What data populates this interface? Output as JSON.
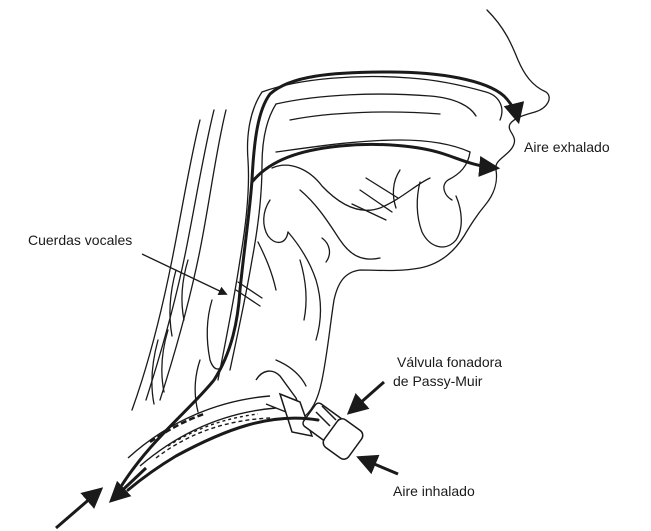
{
  "labels": {
    "exhaled_air": "Aire exhalado",
    "vocal_cords": "Cuerdas vocales",
    "valve_line1": "Válvula fonadora",
    "valve_line2": "de Passy-Muir",
    "inhaled_air": "Aire inhalado"
  },
  "colors": {
    "ink": "#1a1a1a",
    "background": "#ffffff"
  }
}
